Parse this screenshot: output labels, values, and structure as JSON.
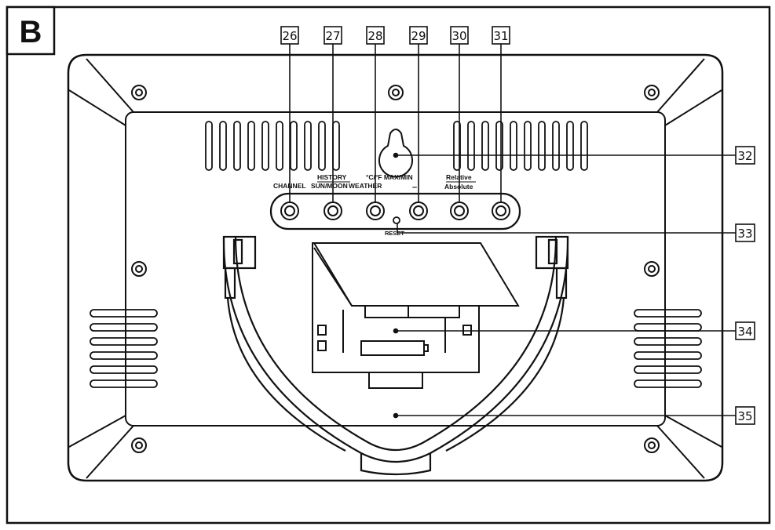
{
  "panel_letter": "B",
  "callouts": [
    "26",
    "27",
    "28",
    "29",
    "30",
    "31",
    "32",
    "33",
    "34",
    "35"
  ],
  "button_labels": {
    "channel": "CHANNEL",
    "sun_moon": "SUN/MOON",
    "history": "HISTORY",
    "weather": "WEATHER",
    "unit_maxmin": "°C/°F MAX/MIN",
    "minus": "–",
    "relative": "Relative",
    "absolute": "Absolute",
    "reset": "RESET"
  },
  "colors": {
    "line": "#111111",
    "background": "#ffffff"
  }
}
